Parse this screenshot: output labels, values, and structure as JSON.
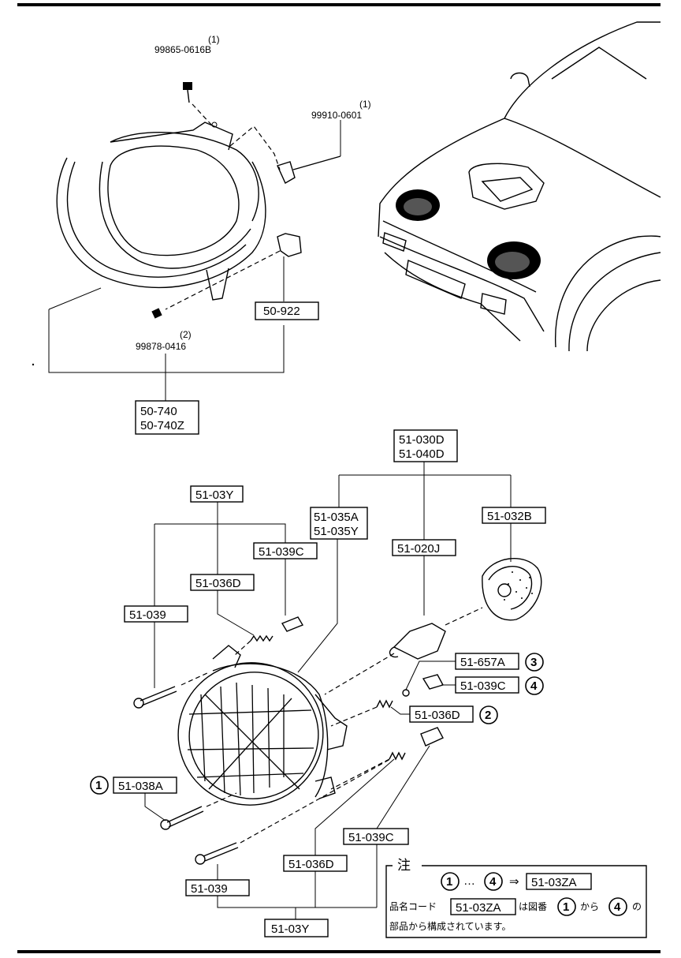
{
  "top_parts": {
    "screw_top": {
      "qty": "(1)",
      "code": "99865-0616B"
    },
    "clip": {
      "qty": "(1)",
      "code": "99910-0601"
    },
    "screw_bottom": {
      "qty": "(2)",
      "code": "99878-0416"
    },
    "bracket": "50-922",
    "garnish": [
      "50-740",
      "50-740Z"
    ]
  },
  "headlamp_parts": {
    "assembly": [
      "51-030D",
      "51-040D"
    ],
    "unit_upper": "51-03Y",
    "lens": [
      "51-035A",
      "51-035Y"
    ],
    "socket": "51-032B",
    "bulb": "51-020J",
    "adjuster_upper": "51-039C",
    "spring_upper": "51-036D",
    "screw_upper": "51-039",
    "nut": "51-657A",
    "adjuster_right": "51-039C",
    "spring_right": "51-036D",
    "screw_left": "51-038A",
    "adjuster_lower": "51-039C",
    "spring_lower": "51-036D",
    "screw_lower": "51-039",
    "unit_lower": "51-03Y"
  },
  "markers": {
    "one": "1",
    "two": "2",
    "three": "3",
    "four": "4"
  },
  "note": {
    "title": "注",
    "range_sep": "…",
    "arrow": "⇒",
    "kit_code": "51-03ZA",
    "line2_a": "品名コード",
    "line2_b": "は図番",
    "line2_c": "から",
    "line2_d": "の",
    "line3": "部品から構成されています。"
  }
}
